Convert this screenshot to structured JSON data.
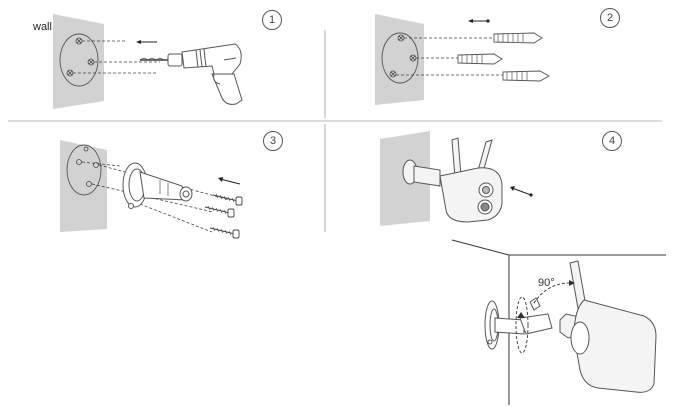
{
  "labels": {
    "wall": "wall",
    "angle": "90°"
  },
  "steps": [
    {
      "number": "1"
    },
    {
      "number": "2"
    },
    {
      "number": "3"
    },
    {
      "number": "4"
    }
  ],
  "colors": {
    "wall_fill": "#d2d2d2",
    "line": "#555555",
    "divider": "#9aa4ae",
    "camera_body": "#f4f4f4"
  }
}
